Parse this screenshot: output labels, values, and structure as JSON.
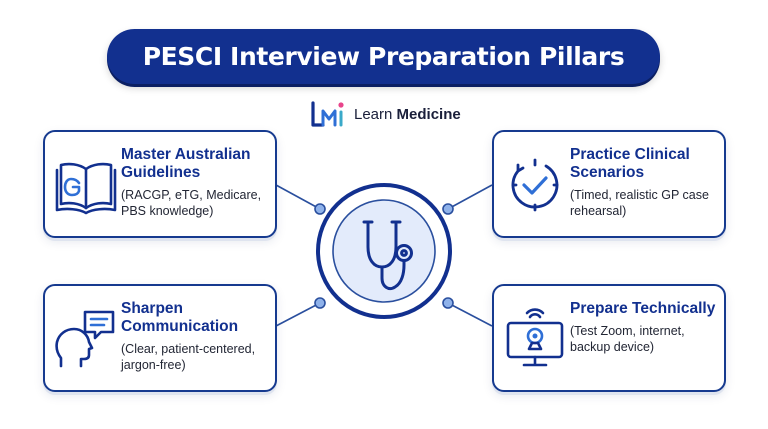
{
  "title": "PESCI Interview Preparation Pillars",
  "brand": {
    "name_regular": "Learn ",
    "name_bold": "Medicine"
  },
  "hub_icon": "stethoscope-icon",
  "pillars": [
    {
      "title": "Master Australian Guidelines",
      "description": "(RACGP, eTG, Medicare, PBS knowledge)",
      "icon": "guidelines-book-icon"
    },
    {
      "title": "Practice Clinical Scenarios",
      "description": "(Timed, realistic GP case rehearsal)",
      "icon": "timer-check-icon"
    },
    {
      "title": "Sharpen Communication",
      "description": "(Clear, patient-centered, jargon-free)",
      "icon": "communication-head-icon"
    },
    {
      "title": "Prepare Technically",
      "description": "(Test Zoom, internet, backup device)",
      "icon": "webcam-monitor-icon"
    }
  ],
  "colors": {
    "navy": "#12308f",
    "accent_blue": "#2f6fd6",
    "hub_fill": "#e3ebfb",
    "card_border": "#163a8f"
  }
}
